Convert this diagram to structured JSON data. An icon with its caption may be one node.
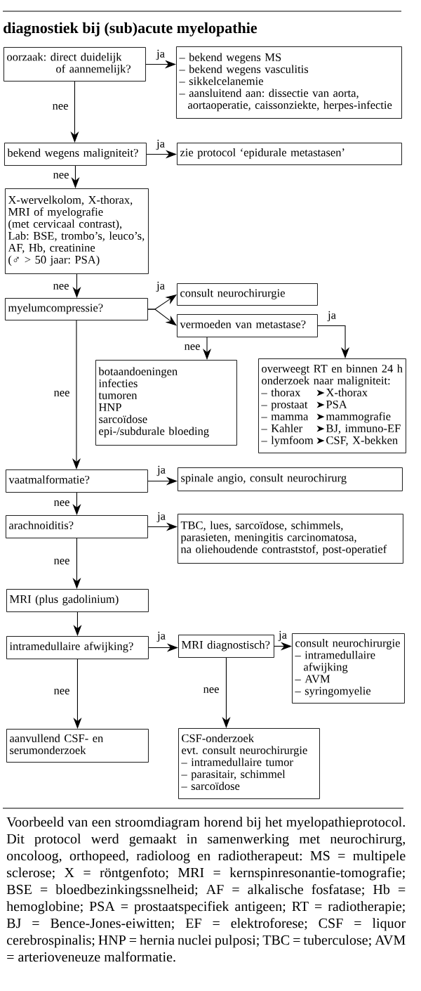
{
  "diagram": {
    "title": "diagnostiek bij (sub)acute myelopathie",
    "caption": "Voorbeeld van een stroomdiagram horend bij het myelopathieprotocol. Dit protocol werd gemaakt in samenwerking met neurochirurg, oncoloog, orthopeed, radioloog en radiotherapeut: MS = multipele sclerose; X = röntgenfoto; MRI = kernspinresonantie-tomografie; BSE = bloedbezinkingssnelheid; AF = alkalische fosfatase; Hb = hemoglobine; PSA = prostaatspecifiek antigeen; RT = radiotherapie; BJ = Bence-Jones-eiwitten; EF = elektroforese; CSF = liquor cerebrospinalis; HNP = hernia nuclei pulposi; TBC = tuberculose; AVM = arterioveneuze malformatie.",
    "nodes": [
      {
        "text": [
          "oorzaak: direct duidelijk of aannemelijk?"
        ]
      },
      {
        "text": [
          "– bekend wegens MS",
          "– bekend wegens vasculitis",
          "– sikkelcelanemie",
          "– aansluitend aan: dissectie van aorta, aortaoperatie, caissonziekte, herpes-infectie"
        ]
      },
      {
        "text": [
          "bekend wegens maligniteit?"
        ]
      },
      {
        "text": [
          "zie protocol ‘epidurale metastasen’"
        ]
      },
      {
        "text": [
          "X-wervelkolom, X-thorax,",
          "MRI of myelografie",
          "(met cervicaal contrast),",
          "Lab: BSE, trombo’s, leuco’s,",
          "AF, Hb, creatinine",
          "(♂ > 50 jaar: PSA)"
        ]
      },
      {
        "text": [
          "myelumcompressie?"
        ]
      },
      {
        "text": [
          "consult neurochirurgie"
        ]
      },
      {
        "text": [
          "vermoeden van metastase?"
        ]
      },
      {
        "text": [
          "botaandoeningen",
          "infecties",
          "tumoren",
          "HNP",
          "sarcoïdose",
          "epi-/subdurale bloeding"
        ]
      },
      {
        "text": [
          "overweegt RT en binnen 24 h onderzoek naar maligniteit:",
          "– thorax",
          "X-thorax",
          "– prostaat",
          "PSA",
          "– mamma",
          "mammografie",
          "– Kahler",
          "BJ, immuno-EF",
          "– lymfoom",
          "CSF, X-bekken"
        ]
      },
      {
        "text": [
          "vaatmalformatie?"
        ]
      },
      {
        "text": [
          "spinale angio, consult neurochirurg"
        ]
      },
      {
        "text": [
          "arachnoiditis?"
        ]
      },
      {
        "text": [
          "TBC, lues, sarcoïdose, schimmels,",
          "parasieten, meningitis carcinomatosa,",
          "na oliehoudende contraststof, post-operatief"
        ]
      },
      {
        "text": [
          "MRI (plus gadolinium)"
        ]
      },
      {
        "text": [
          "intramedullaire afwijking?"
        ]
      },
      {
        "text": [
          "MRI diagnostisch?"
        ]
      },
      {
        "text": [
          "consult neurochirurgie",
          "– intramedullaire afwijking",
          "– AVM",
          "– syringomyelie"
        ]
      },
      {
        "text": [
          "aanvullend CSF- en serumonderzoek"
        ]
      },
      {
        "text": [
          "CSF-onderzoek",
          "evt. consult neurochirurgie",
          "– intramedullaire tumor",
          "– parasitair, schimmel",
          "– sarcoïdose"
        ]
      }
    ],
    "edges": [
      {
        "from": 0,
        "to": 1,
        "arrow": "to",
        "label": "ja"
      },
      {
        "from": 0,
        "to": 2,
        "arrow": "to",
        "label": "nee"
      },
      {
        "from": 2,
        "to": 3,
        "arrow": "to",
        "label": "ja"
      },
      {
        "from": 2,
        "to": 4,
        "arrow": "to",
        "label": "nee"
      },
      {
        "from": 4,
        "to": 5,
        "arrow": "to",
        "label": "nee"
      },
      {
        "from": 5,
        "to": 6,
        "arrow": "to",
        "label": "ja"
      },
      {
        "from": 5,
        "to": 7,
        "arrow": "to"
      },
      {
        "from": 7,
        "to": 8,
        "arrow": "to",
        "label": "nee"
      },
      {
        "from": 7,
        "to": 9,
        "arrow": "to",
        "label": "ja"
      },
      {
        "from": 5,
        "to": 10,
        "arrow": "to",
        "label": "nee"
      },
      {
        "from": 10,
        "to": 11,
        "arrow": "to",
        "label": "ja"
      },
      {
        "from": 10,
        "to": 12,
        "arrow": "to",
        "label": "nee"
      },
      {
        "from": 12,
        "to": 13,
        "arrow": "to",
        "label": "ja"
      },
      {
        "from": 12,
        "to": 14,
        "arrow": "to",
        "label": "nee"
      },
      {
        "from": 14,
        "to": 15,
        "arrow": "to"
      },
      {
        "from": 15,
        "to": 16,
        "arrow": "to",
        "label": "ja"
      },
      {
        "from": 16,
        "to": 17,
        "arrow": "to",
        "label": "ja"
      },
      {
        "from": 15,
        "to": 18,
        "arrow": "to",
        "label": "nee"
      },
      {
        "from": 16,
        "to": 19,
        "arrow": "to",
        "label": "nee"
      }
    ]
  }
}
